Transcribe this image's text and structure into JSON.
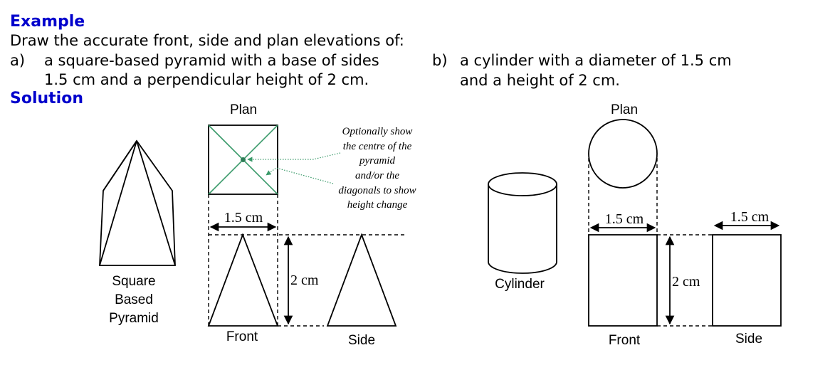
{
  "header": {
    "example_heading": "Example",
    "instruction": "Draw the accurate front, side and plan elevations of:",
    "part_a_marker": "a)",
    "part_a_line1": "a square-based pyramid with a base of sides",
    "part_a_line2": "1.5 cm and a perpendicular height of 2 cm.",
    "part_b_marker": "b)",
    "part_b_line1": "a cylinder with a diameter of 1.5 cm",
    "part_b_line2": "and a height of 2 cm.",
    "solution_heading": "Solution"
  },
  "pyramid": {
    "solid_label": [
      "Square",
      "Based",
      "Pyramid"
    ],
    "plan_label": "Plan",
    "front_label": "Front",
    "side_label": "Side",
    "width_label": "1.5 cm",
    "height_label": "2 cm",
    "note": [
      "Optionally show",
      "the centre of the",
      "pyramid",
      "and/or the",
      "diagonals to show",
      "height change"
    ]
  },
  "cylinder": {
    "solid_label": "Cylinder",
    "plan_label": "Plan",
    "front_label": "Front",
    "side_label": "Side",
    "front_width_label": "1.5 cm",
    "side_width_label": "1.5 cm",
    "height_label": "2 cm"
  },
  "colors": {
    "heading": "#0000cc",
    "diagonal_green": "#3a9a6a",
    "note_pointer": "#3a9a6a"
  }
}
